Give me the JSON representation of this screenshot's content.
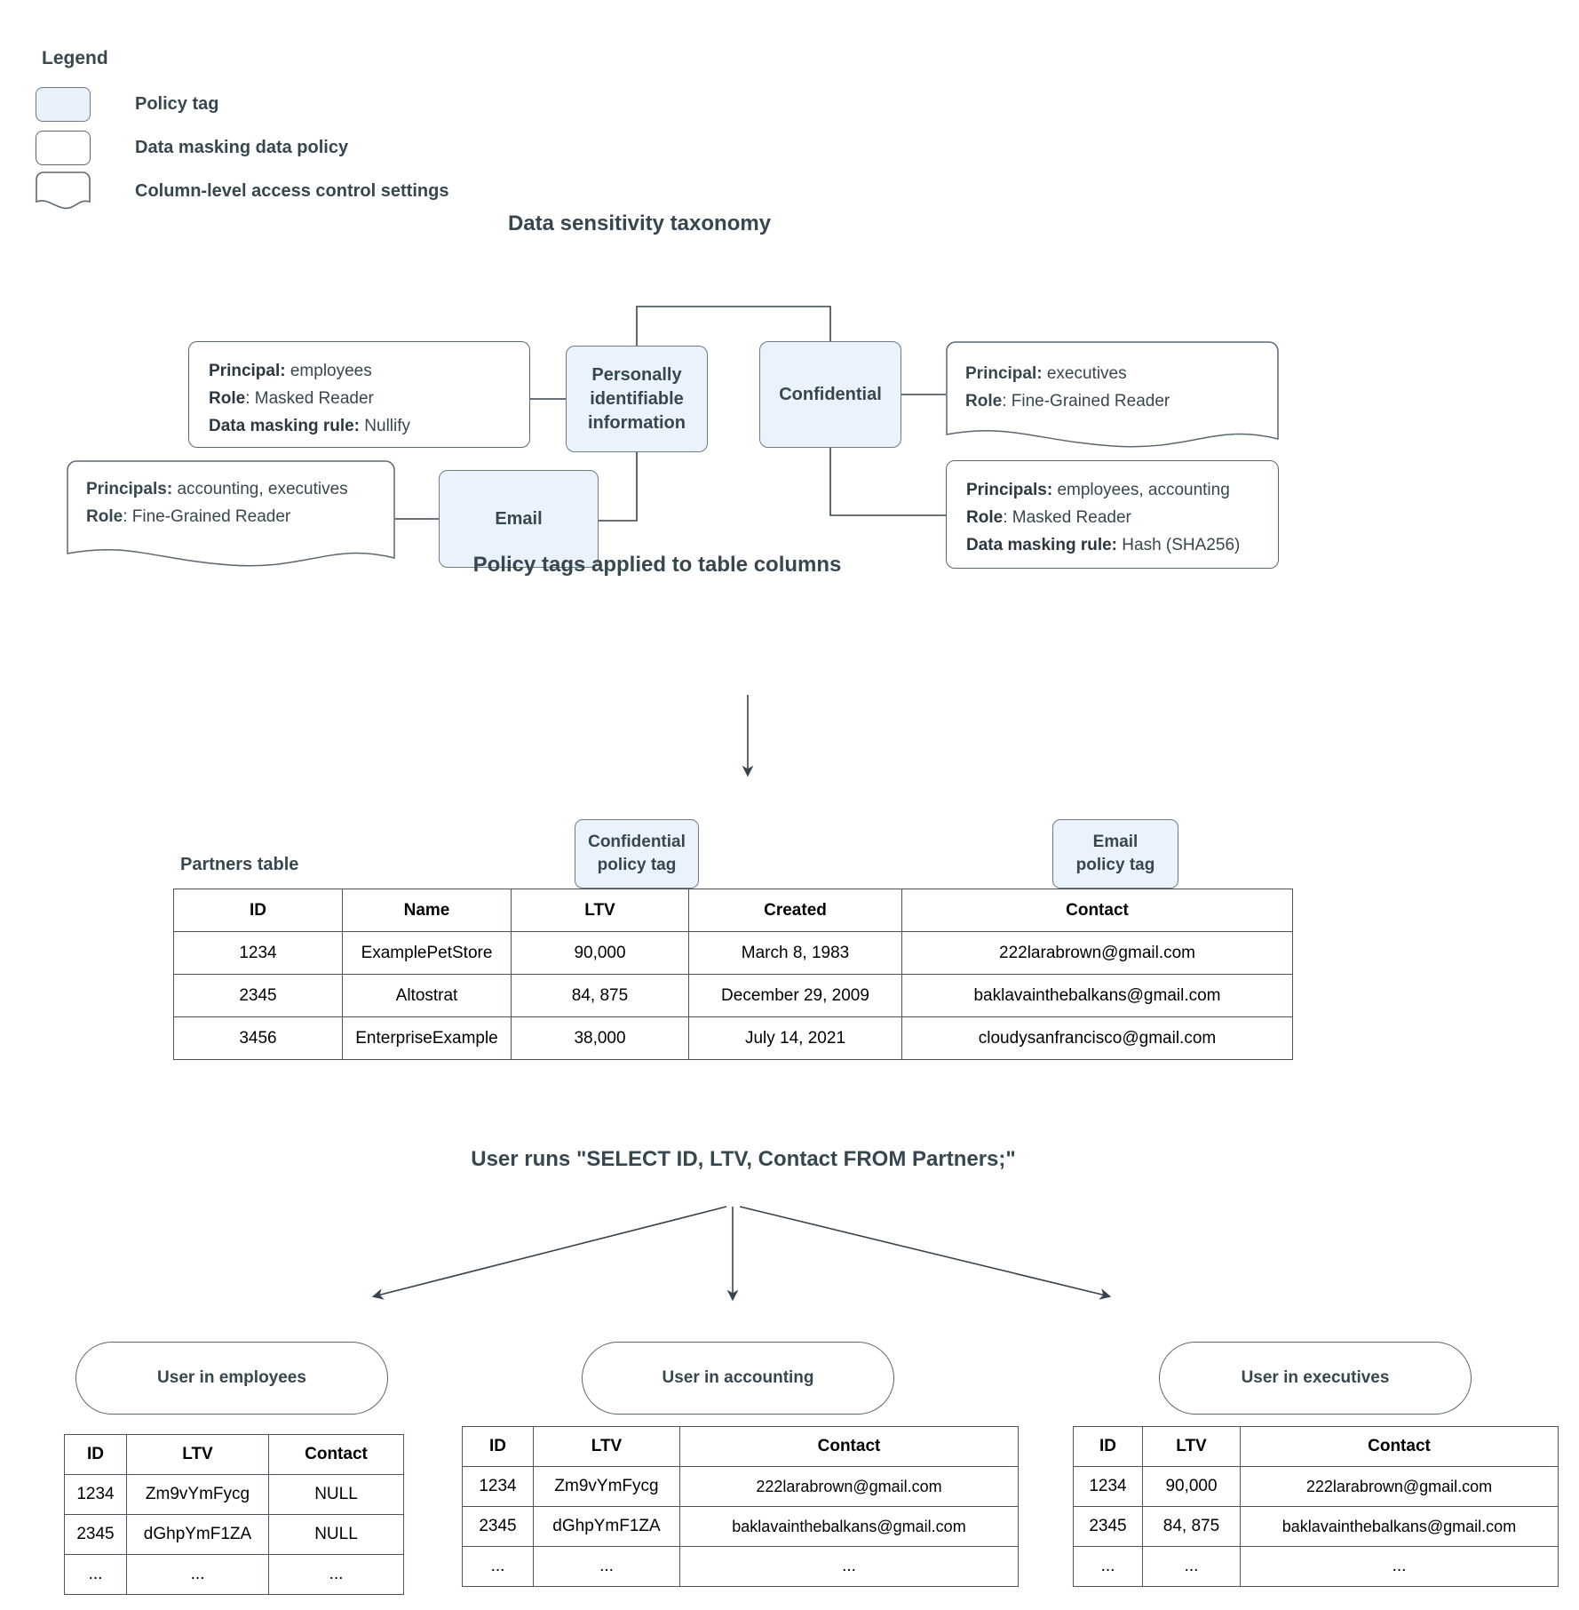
{
  "legend": {
    "title": "Legend",
    "items": [
      {
        "label": "Policy tag",
        "swatch": "filled-rounded-rect",
        "color": "#e8f1fc"
      },
      {
        "label": "Data masking data policy",
        "swatch": "rounded-rect",
        "color": "#ffffff"
      },
      {
        "label": "Column-level access control settings",
        "swatch": "wavy-bottom-rect",
        "color": "#ffffff"
      }
    ]
  },
  "taxonomy": {
    "title": "Data sensitivity taxonomy",
    "nodes": {
      "pii": "Personally identifiable information",
      "confidential": "Confidential",
      "email": "Email"
    },
    "pii_masking_policy": {
      "principal_label": "Principal:",
      "principal_value": "employees",
      "role_label": "Role",
      "role_value": "Masked Reader",
      "rule_label": "Data masking rule:",
      "rule_value": "Nullify"
    },
    "email_access_policy": {
      "principals_label": "Principals:",
      "principals_value": "accounting, executives",
      "role_label": "Role",
      "role_value": "Fine-Grained Reader"
    },
    "confidential_access_policy": {
      "principal_label": "Principal:",
      "principal_value": "executives",
      "role_label": "Role",
      "role_value": "Fine-Grained Reader"
    },
    "confidential_masking_policy": {
      "principals_label": "Principals:",
      "principals_value": "employees, accounting",
      "role_label": "Role",
      "role_value": "Masked Reader",
      "rule_label": "Data masking rule:",
      "rule_value": "Hash (SHA256)"
    }
  },
  "applied": {
    "title": "Policy tags applied to table columns",
    "table_label": "Partners table",
    "chips": {
      "confidential": "Confidential\npolicy tag",
      "confidential_line1": "Confidential",
      "confidential_line2": "policy tag",
      "email_line1": "Email",
      "email_line2": "policy tag"
    },
    "partners_table": {
      "columns": [
        "ID",
        "Name",
        "LTV",
        "Created",
        "Contact"
      ],
      "rows": [
        [
          "1234",
          "ExamplePetStore",
          "90,000",
          "March 8, 1983",
          "222larabrown@gmail.com"
        ],
        [
          "2345",
          "Altostrat",
          "84, 875",
          "December 29, 2009",
          "baklavainthebalkans@gmail.com"
        ],
        [
          "3456",
          "EnterpriseExample",
          "38,000",
          "July 14, 2021",
          "cloudysanfrancisco@gmail.com"
        ]
      ]
    }
  },
  "query": {
    "title": "User runs \"SELECT ID, LTV, Contact FROM Partners;\"",
    "results": [
      {
        "persona": "User in employees",
        "columns": [
          "ID",
          "LTV",
          "Contact"
        ],
        "rows": [
          [
            "1234",
            "Zm9vYmFycg",
            "NULL"
          ],
          [
            "2345",
            "dGhpYmF1ZA",
            "NULL"
          ],
          [
            "...",
            "...",
            "..."
          ]
        ]
      },
      {
        "persona": "User in accounting",
        "columns": [
          "ID",
          "LTV",
          "Contact"
        ],
        "rows": [
          [
            "1234",
            "Zm9vYmFycg",
            "222larabrown@gmail.com"
          ],
          [
            "2345",
            "dGhpYmF1ZA",
            "baklavainthebalkans@gmail.com"
          ],
          [
            "...",
            "...",
            "..."
          ]
        ]
      },
      {
        "persona": "User in executives",
        "columns": [
          "ID",
          "LTV",
          "Contact"
        ],
        "rows": [
          [
            "1234",
            "90,000",
            "222larabrown@gmail.com"
          ],
          [
            "2345",
            "84, 875",
            "baklavainthebalkans@gmail.com"
          ],
          [
            "...",
            "...",
            "..."
          ]
        ]
      }
    ]
  },
  "colors": {
    "policy_tag_fill": "#eaf2fc",
    "stroke": "#5b6770",
    "text": "#37474f",
    "background": "#ffffff"
  }
}
